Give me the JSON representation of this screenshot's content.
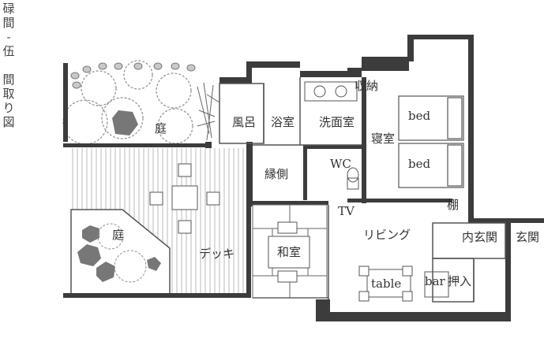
{
  "title_line1": "碌間-伍",
  "title_line2": "間取り図",
  "rooms": {
    "garden_top": "庭",
    "garden_bottom": "庭",
    "furo": "風呂",
    "yokushitsu": "浴室",
    "senmen": "洗面室",
    "shuno": "収納",
    "shinshitsu": "寝室",
    "bed1": "bed",
    "bed2": "bed",
    "wc": "WC",
    "engawa": "縁側",
    "washitsu": "和室",
    "deck": "デッキ",
    "tv": "TV",
    "tana": "棚",
    "living": "リビング",
    "table": "table",
    "bar": "bar",
    "oshiire": "押入",
    "uchigenkan": "内玄関",
    "genkan": "玄関"
  },
  "colors": {
    "wall": "#3c3c3c",
    "deck_line": "#b9b9b9",
    "rock": "#777777",
    "bush": "#8f8f8f"
  }
}
